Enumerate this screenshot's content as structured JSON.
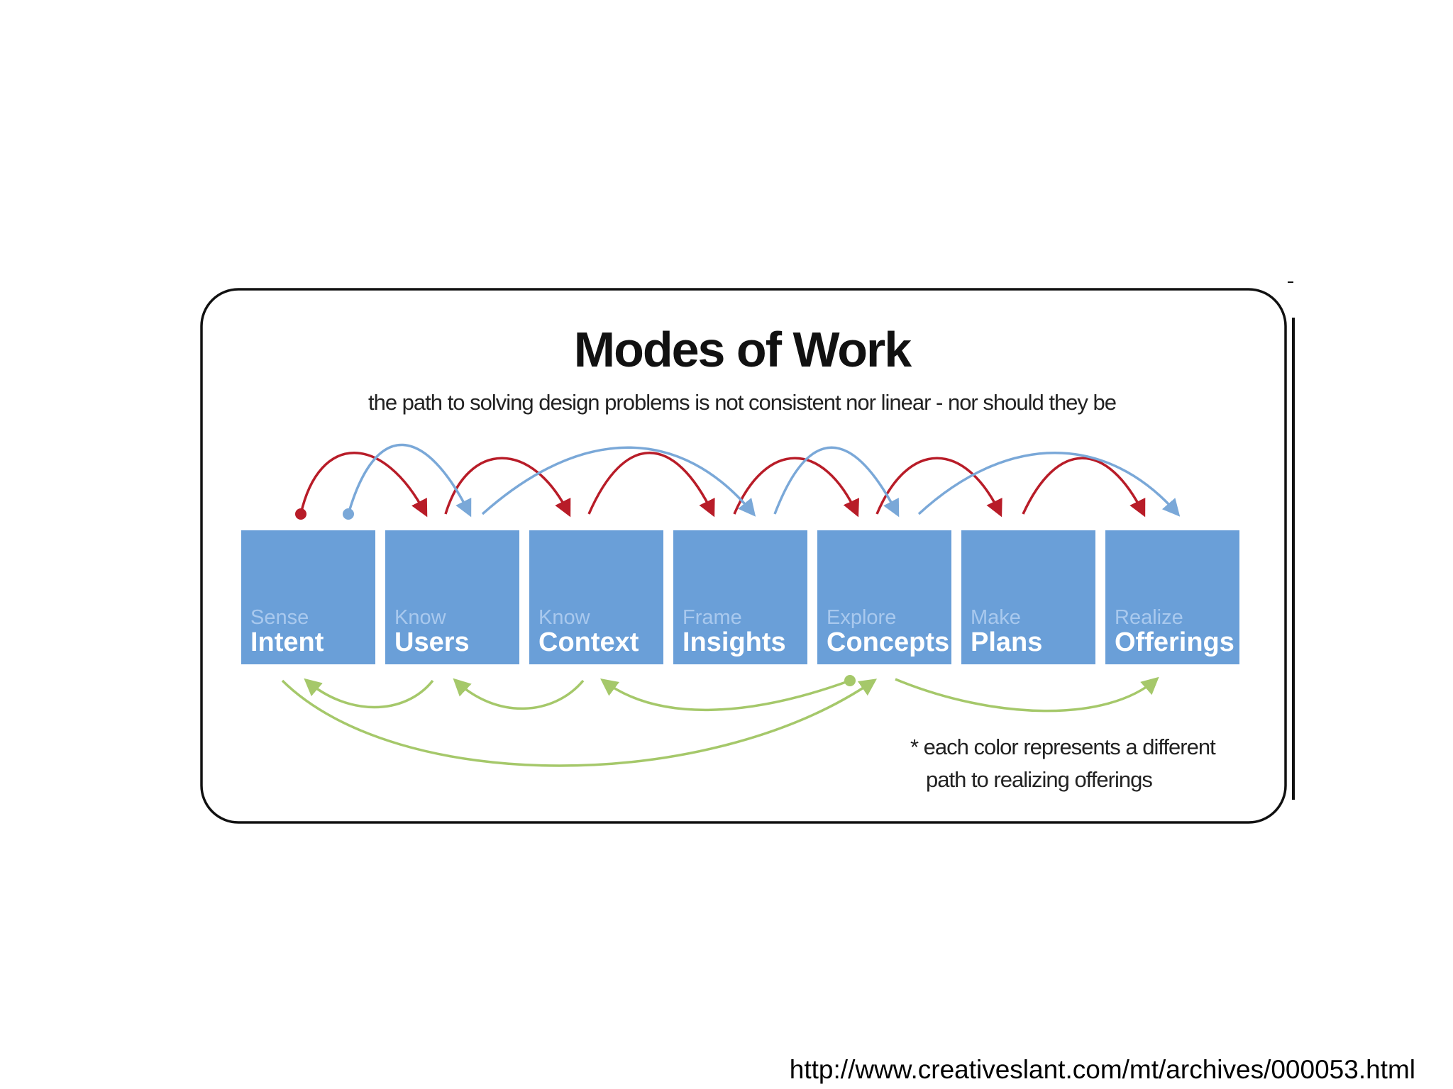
{
  "diagram": {
    "title": "Modes of Work",
    "subtitle": "the path to solving design problems is not consistent nor linear - nor should they be",
    "modes": [
      {
        "verb": "Sense",
        "noun": "Intent"
      },
      {
        "verb": "Know",
        "noun": "Users"
      },
      {
        "verb": "Know",
        "noun": "Context"
      },
      {
        "verb": "Frame",
        "noun": "Insights"
      },
      {
        "verb": "Explore",
        "noun": "Concepts"
      },
      {
        "verb": "Make",
        "noun": "Plans"
      },
      {
        "verb": "Realize",
        "noun": "Offerings"
      }
    ],
    "note_line1": "* each color represents a different",
    "note_line2": "path to realizing offerings",
    "colors": {
      "box_fill": "#6a9fd8",
      "red_path": "#b81c28",
      "blue_path": "#7aa8d8",
      "green_path": "#a5c86a",
      "frame_stroke": "#111111"
    }
  },
  "source_url": "http://www.creativeslant.com/mt/archives/000053.html"
}
